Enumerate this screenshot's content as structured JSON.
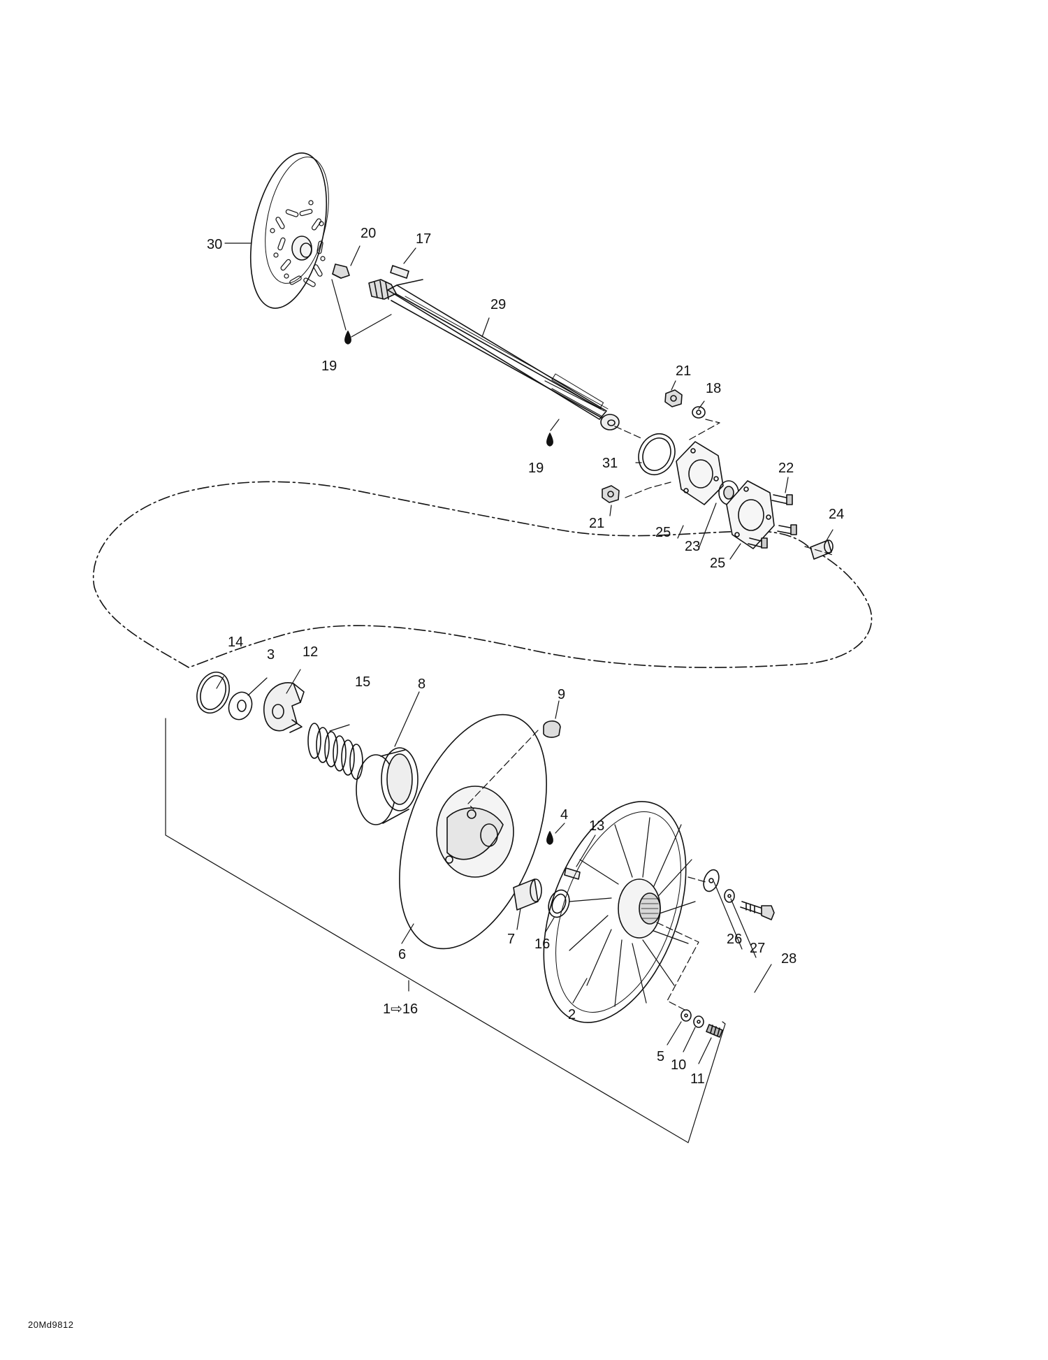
{
  "callouts": [
    {
      "id": "c30",
      "text": "30"
    },
    {
      "id": "c20",
      "text": "20"
    },
    {
      "id": "c17",
      "text": "17"
    },
    {
      "id": "c29",
      "text": "29"
    },
    {
      "id": "c19a",
      "text": "19"
    },
    {
      "id": "c21a",
      "text": "21"
    },
    {
      "id": "c18",
      "text": "18"
    },
    {
      "id": "c19b",
      "text": "19"
    },
    {
      "id": "c31",
      "text": "31"
    },
    {
      "id": "c22",
      "text": "22"
    },
    {
      "id": "c24",
      "text": "24"
    },
    {
      "id": "c21b",
      "text": "21"
    },
    {
      "id": "c25a",
      "text": "25"
    },
    {
      "id": "c23",
      "text": "23"
    },
    {
      "id": "c25b",
      "text": "25"
    },
    {
      "id": "c14",
      "text": "14"
    },
    {
      "id": "c3",
      "text": "3"
    },
    {
      "id": "c12",
      "text": "12"
    },
    {
      "id": "c15",
      "text": "15"
    },
    {
      "id": "c8",
      "text": "8"
    },
    {
      "id": "c9",
      "text": "9"
    },
    {
      "id": "c4",
      "text": "4"
    },
    {
      "id": "c13",
      "text": "13"
    },
    {
      "id": "c7",
      "text": "7"
    },
    {
      "id": "c16",
      "text": "16"
    },
    {
      "id": "c6",
      "text": "6"
    },
    {
      "id": "c26",
      "text": "26"
    },
    {
      "id": "c27",
      "text": "27"
    },
    {
      "id": "c28",
      "text": "28"
    },
    {
      "id": "c2",
      "text": "2"
    },
    {
      "id": "c5",
      "text": "5"
    },
    {
      "id": "c10",
      "text": "10"
    },
    {
      "id": "c11",
      "text": "11"
    },
    {
      "id": "c1to16",
      "text": "1⇨16"
    }
  ],
  "reference_code": "20Md9812",
  "colors": {
    "ink": "#111111",
    "background": "#ffffff"
  }
}
